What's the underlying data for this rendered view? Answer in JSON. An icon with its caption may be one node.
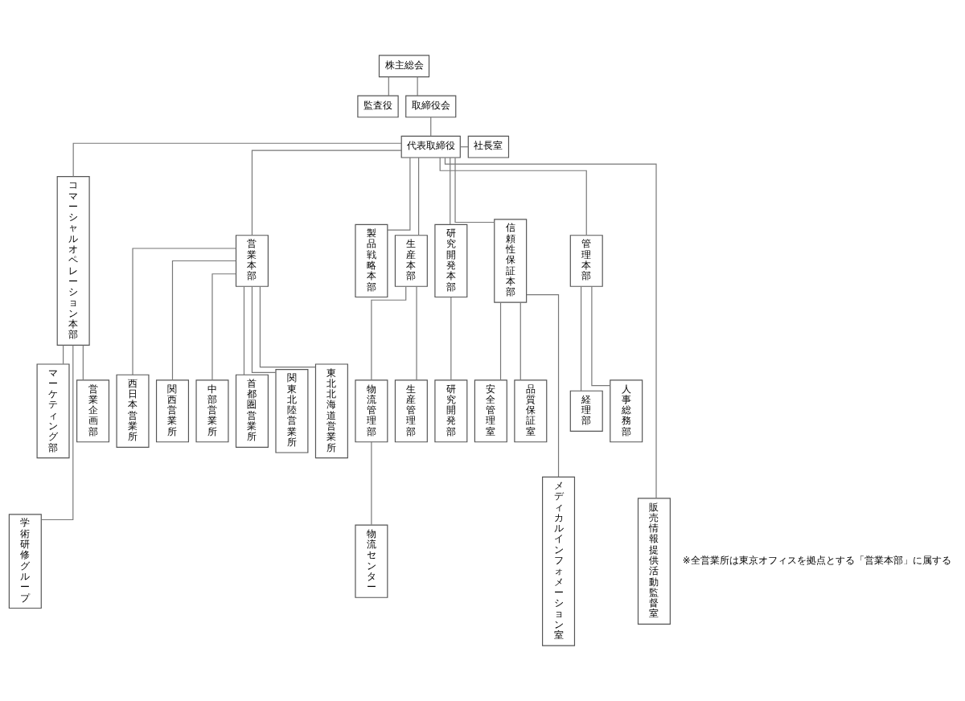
{
  "diagram": {
    "nodes": [
      {
        "text": [
          "株主総会"
        ]
      },
      {
        "text": [
          "監査役"
        ]
      },
      {
        "text": [
          "取締役会"
        ]
      },
      {
        "text": [
          "代表取締役"
        ]
      },
      {
        "text": [
          "社長室"
        ]
      },
      {
        "text": [
          "コマーシャルオペレーション本部"
        ]
      },
      {
        "text": [
          "営業本部"
        ]
      },
      {
        "text": [
          "製品戦略本部"
        ]
      },
      {
        "text": [
          "生産本部"
        ]
      },
      {
        "text": [
          "研究開発本部"
        ]
      },
      {
        "text": [
          "信頼性保証本部"
        ]
      },
      {
        "text": [
          "管理本部"
        ]
      },
      {
        "text": [
          "販売情報提供活動監督室"
        ]
      },
      {
        "text": [
          "学術研修グループ"
        ]
      },
      {
        "text": [
          "マーケティング部"
        ]
      },
      {
        "text": [
          "営業企画部"
        ]
      },
      {
        "text": [
          "西日本営業所"
        ]
      },
      {
        "text": [
          "関西営業所"
        ]
      },
      {
        "text": [
          "中部営業所"
        ]
      },
      {
        "text": [
          "首都圏営業所"
        ]
      },
      {
        "text": [
          "関東北陸営業所"
        ]
      },
      {
        "text": [
          "東北北海道営業所"
        ]
      },
      {
        "text": [
          "物流管理部"
        ]
      },
      {
        "text": [
          "生産管理部"
        ]
      },
      {
        "text": [
          "物流センター"
        ]
      },
      {
        "text": [
          "研究開発部"
        ]
      },
      {
        "text": [
          "安全管理室"
        ]
      },
      {
        "text": [
          "品質保証室"
        ]
      },
      {
        "text": [
          "メディカルインフォメーション室"
        ]
      },
      {
        "text": [
          "経理部"
        ]
      },
      {
        "text": [
          "人事総務部"
        ]
      }
    ],
    "edges": [
      {
        "from": 0,
        "to": 1,
        "arrow": "none"
      },
      {
        "from": 0,
        "to": 2,
        "arrow": "none"
      },
      {
        "from": 2,
        "to": 3,
        "arrow": "none"
      },
      {
        "from": 3,
        "to": 4,
        "arrow": "none"
      },
      {
        "from": 3,
        "to": 5,
        "arrow": "none"
      },
      {
        "from": 3,
        "to": 6,
        "arrow": "none"
      },
      {
        "from": 3,
        "to": 7,
        "arrow": "none"
      },
      {
        "from": 3,
        "to": 8,
        "arrow": "none"
      },
      {
        "from": 3,
        "to": 9,
        "arrow": "none"
      },
      {
        "from": 3,
        "to": 10,
        "arrow": "none"
      },
      {
        "from": 3,
        "to": 11,
        "arrow": "none"
      },
      {
        "from": 3,
        "to": 12,
        "arrow": "none"
      },
      {
        "from": 5,
        "to": 13,
        "arrow": "none"
      },
      {
        "from": 5,
        "to": 14,
        "arrow": "none"
      },
      {
        "from": 5,
        "to": 15,
        "arrow": "none"
      },
      {
        "from": 6,
        "to": 16,
        "arrow": "none"
      },
      {
        "from": 6,
        "to": 17,
        "arrow": "none"
      },
      {
        "from": 6,
        "to": 18,
        "arrow": "none"
      },
      {
        "from": 6,
        "to": 19,
        "arrow": "none"
      },
      {
        "from": 6,
        "to": 20,
        "arrow": "none"
      },
      {
        "from": 6,
        "to": 21,
        "arrow": "none"
      },
      {
        "from": 8,
        "to": 22,
        "arrow": "none"
      },
      {
        "from": 8,
        "to": 23,
        "arrow": "none"
      },
      {
        "from": 22,
        "to": 24,
        "arrow": "none"
      },
      {
        "from": 9,
        "to": 25,
        "arrow": "none"
      },
      {
        "from": 10,
        "to": 26,
        "arrow": "none"
      },
      {
        "from": 10,
        "to": 27,
        "arrow": "none"
      },
      {
        "from": 10,
        "to": 28,
        "arrow": "none"
      },
      {
        "from": 11,
        "to": 29,
        "arrow": "none"
      },
      {
        "from": 11,
        "to": 30,
        "arrow": "none"
      }
    ],
    "labels": [
      "※全営業所は東京オフィスを拠点とする「営業本部」に属する"
    ]
  }
}
